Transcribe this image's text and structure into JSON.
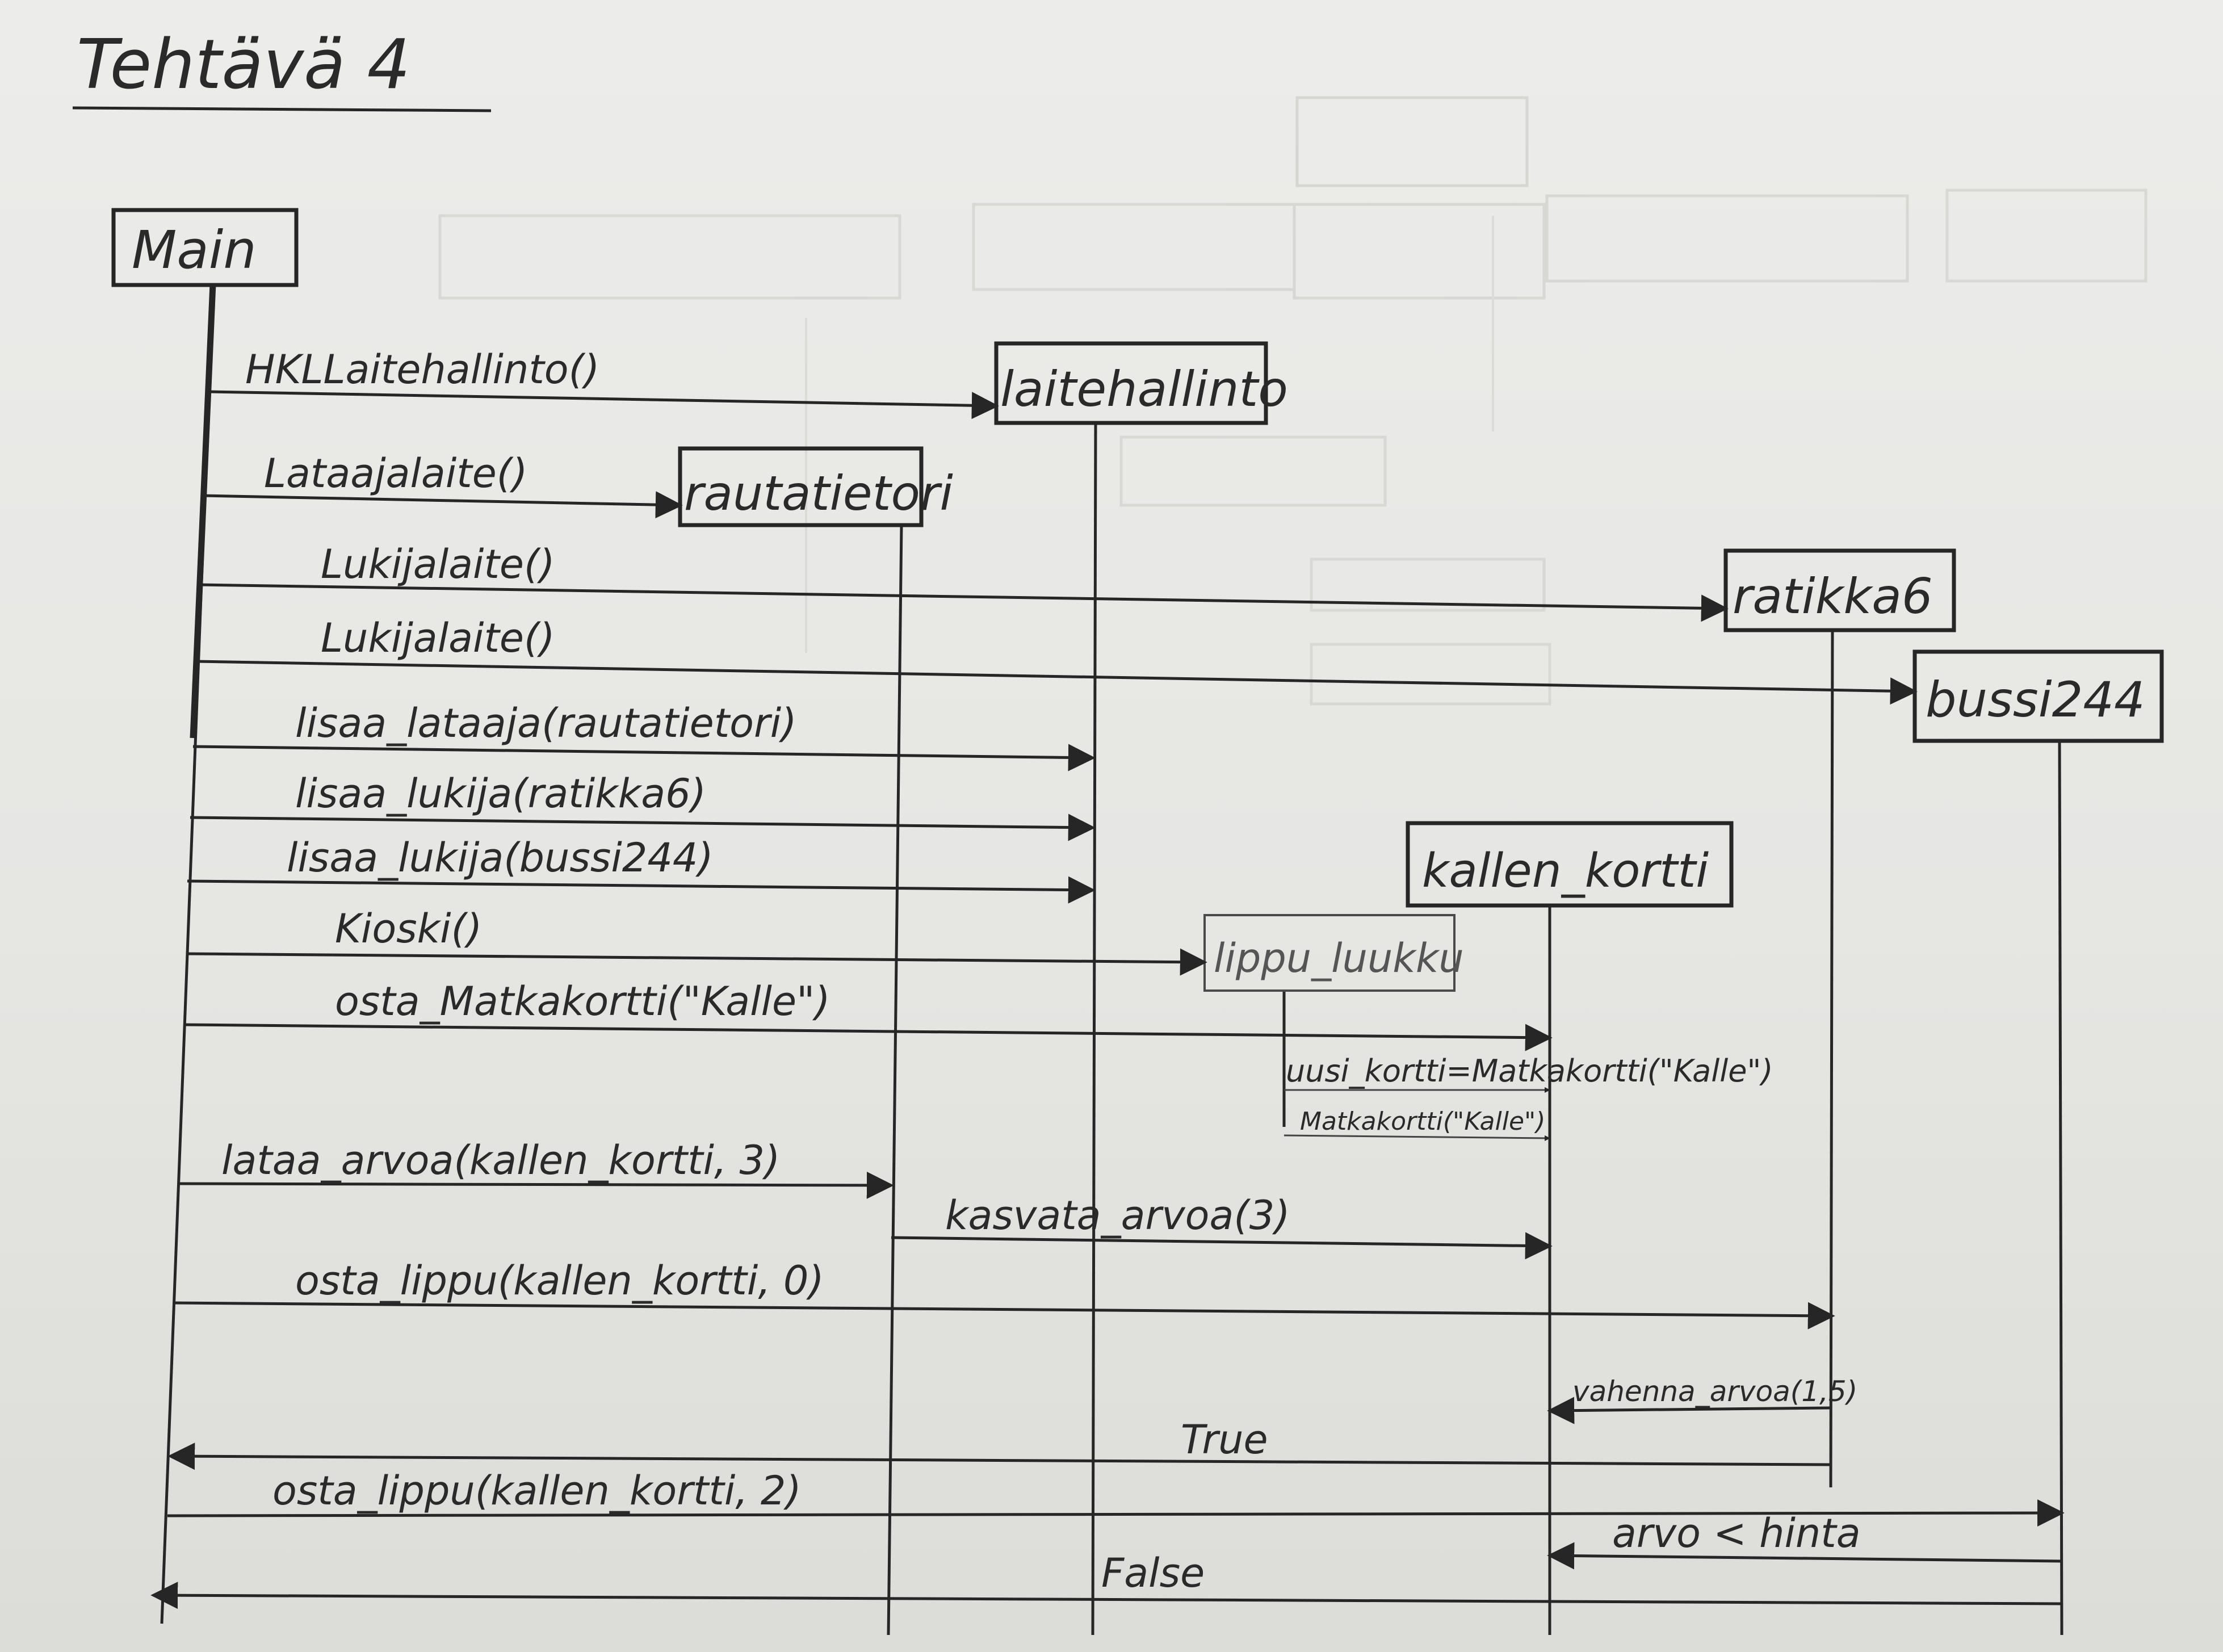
{
  "title": "Tehtävä 4",
  "objects": {
    "main": "Main",
    "laitehallinto": "laitehallinto",
    "rautatietori": "rautatietori",
    "ratikka6": "ratikka6",
    "bussi244": "bussi244",
    "kallen_kortti": "kallen_kortti",
    "lippu_luukku": "lippu_luukku"
  },
  "messages": {
    "m1": "HKLLaitehallinto()",
    "m2": "Lataajalaite()",
    "m3": "Lukijalaite()",
    "m4": "Lukijalaite()",
    "m5": "lisaa_lataaja(rautatietori)",
    "m6": "lisaa_lukija(ratikka6)",
    "m7": "lisaa_lukija(bussi244)",
    "m8": "Kioski()",
    "m9": "osta_Matkakortti(\"Kalle\")",
    "m10": "uusi_kortti=Matkakortti(\"Kalle\")",
    "m11": "Matkakortti(\"Kalle\")",
    "m12": "lataa_arvoa(kallen_kortti, 3)",
    "m13": "kasvata_arvoa(3)",
    "m14": "osta_lippu(kallen_kortti, 0)",
    "m15": "vahenna_arvoa(1,5)",
    "m16": "True",
    "m17": "osta_lippu(kallen_kortti, 2)",
    "m18": "arvo < hinta",
    "m19": "False"
  },
  "colors": {
    "ink": "#262626",
    "paper": "#e9e9e7",
    "faint": "#bdbdb9"
  }
}
